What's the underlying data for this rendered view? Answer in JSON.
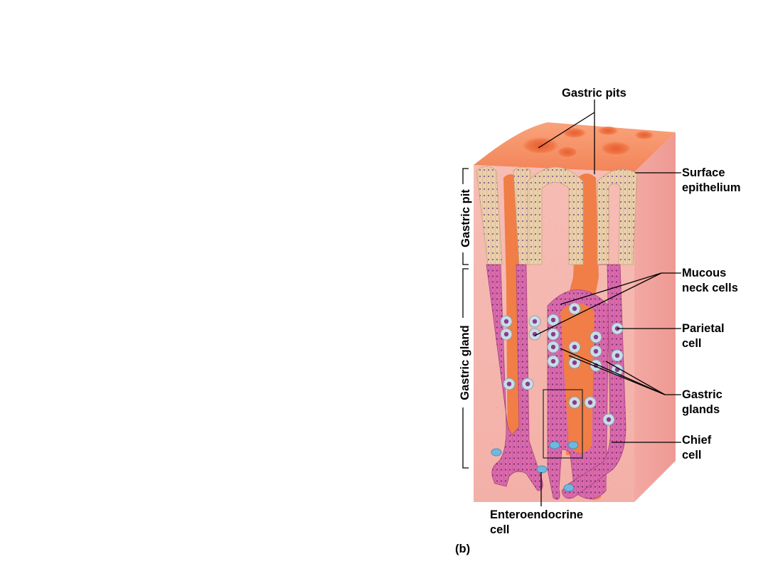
{
  "labels": {
    "gastric_pits": "Gastric pits",
    "surface_epithelium_1": "Surface",
    "surface_epithelium_2": "epithelium",
    "mucous_neck_cells_1": "Mucous",
    "mucous_neck_cells_2": "neck cells",
    "parietal_cell_1": "Parietal",
    "parietal_cell_2": "cell",
    "gastric_glands_1": "Gastric",
    "gastric_glands_2": "glands",
    "chief_cell_1": "Chief",
    "chief_cell_2": "cell",
    "enteroendocrine_cell_1": "Enteroendocrine",
    "enteroendocrine_cell_2": "cell",
    "gastric_pit_bracket": "Gastric pit",
    "gastric_gland_bracket": "Gastric gland",
    "panel": "(b)"
  },
  "colors": {
    "tissue_front": "#f4b2ac",
    "tissue_side": "#f19e98",
    "surface_top": "#f7926a",
    "epithelium": "#e8c9a2",
    "gland_cells": "#d765a8",
    "lumen": "#f07e46",
    "enteroendocrine": "#6db9e0",
    "parietal": "#c8dde6"
  }
}
